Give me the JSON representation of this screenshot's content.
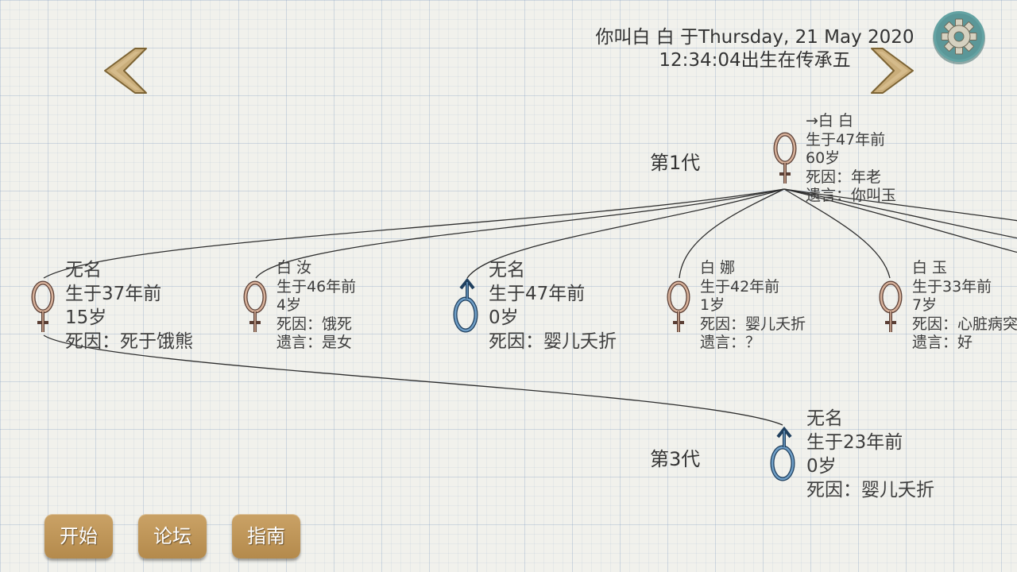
{
  "header": {
    "birth_text": "你叫白 白 于Thursday, 21 May 2020\n12:34:04出生在传承五"
  },
  "generations": [
    {
      "label": "第1代"
    },
    {
      "label": "第3代"
    }
  ],
  "persons": [
    {
      "gender": "female",
      "lines": [
        "→白 白",
        "生于47年前",
        "60岁",
        "死因：年老",
        "遗言：你叫玉"
      ]
    },
    {
      "gender": "female",
      "lines": [
        "无名",
        "生于37年前",
        "15岁",
        "死因：死于饿熊"
      ]
    },
    {
      "gender": "female",
      "lines": [
        "白 汝",
        "生于46年前",
        "4岁",
        "死因：饿死",
        "遗言：是女"
      ]
    },
    {
      "gender": "male",
      "lines": [
        "无名",
        "生于47年前",
        "0岁",
        "死因：婴儿夭折"
      ]
    },
    {
      "gender": "female",
      "lines": [
        "白 娜",
        "生于42年前",
        "1岁",
        "死因：婴儿夭折",
        "遗言：？"
      ]
    },
    {
      "gender": "female",
      "lines": [
        "白 玉",
        "生于33年前",
        "7岁",
        "死因：心脏病突发",
        "遗言：好"
      ]
    },
    {
      "gender": "male",
      "lines": [
        "无名",
        "生于23年前",
        "0岁",
        "死因：婴儿夭折"
      ]
    }
  ],
  "buttons": {
    "start": "开始",
    "forum": "论坛",
    "guide": "指南"
  },
  "icons": {
    "prev": "chevron-left-icon",
    "next": "chevron-right-icon",
    "settings": "gear-icon"
  },
  "colors": {
    "female": "#a0786a",
    "male": "#3f6f9a",
    "button": "#b48a4c",
    "gear": "#5f9e9f"
  }
}
